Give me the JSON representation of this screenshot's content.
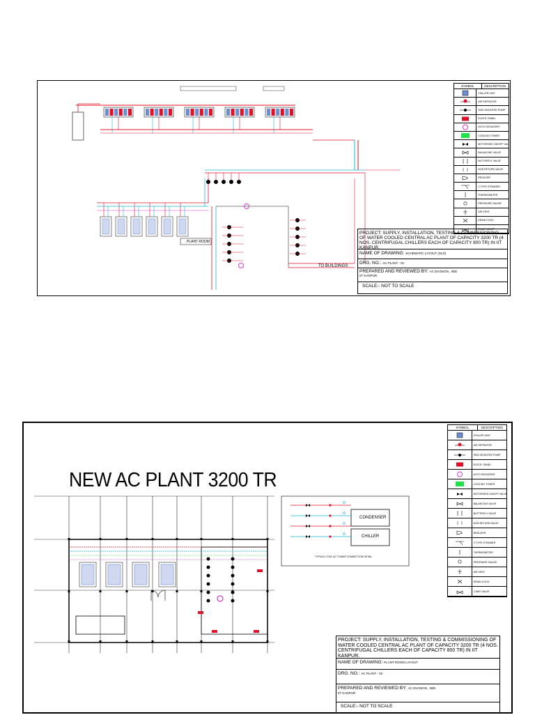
{
  "legend": {
    "header_symbol": "SYMBOL",
    "header_description": "DESCRIPTION",
    "items": [
      {
        "icon": "chiller-unit-icon",
        "label": "CHILLER UNIT"
      },
      {
        "icon": "air-separator-icon",
        "label": "AIR SEPRATOR"
      },
      {
        "icon": "skid-pump-icon",
        "label": "SKID MOUNTED PUMP"
      },
      {
        "icon": "elec-panel-icon",
        "label": "ELECR. PANEL"
      },
      {
        "icon": "auto-degasser-icon",
        "label": "AUTO DEGASSER"
      },
      {
        "icon": "cooling-tower-icon",
        "label": "COOLING TOWER",
        "color": "#22e04a"
      },
      {
        "icon": "motorised-valve-icon",
        "label": "MOTORISED ON/OFF VALVE"
      },
      {
        "icon": "balancing-valve-icon",
        "label": "BALANCING VALVE"
      },
      {
        "icon": "butterfly-valve-icon",
        "label": "BUTTERFLY VALVE"
      },
      {
        "icon": "non-return-valve-icon",
        "label": "NON RETURN VALVE"
      },
      {
        "icon": "reducer-icon",
        "label": "REDUCER"
      },
      {
        "icon": "y-strainer-icon",
        "label": "Y-TYPE STRAINER"
      },
      {
        "icon": "thermometer-icon",
        "label": "THERMOMETER"
      },
      {
        "icon": "pressure-gauge-icon",
        "label": "PRESSURE GAUGE"
      },
      {
        "icon": "air-vent-icon",
        "label": "AIR VENT"
      },
      {
        "icon": "drain-cock-icon",
        "label": "DRAIN COCK"
      },
      {
        "icon": "two-way-valve-icon",
        "label": "2-WAY VALVE"
      }
    ]
  },
  "sheet1": {
    "project": "PROJECT: SUPPLY, INSTALLATION, TESTING & COMMISSIONING OF WATER COOLED CENTRAL AC PLANT OF CAPACITY 3200 TR (4 NOS. CENTRIFUGAL CHILLERS EACH OF CAPACITY 800 TR) IN IIT KANPUR.",
    "name_label": "NAME OF DRAWING:",
    "name_value": "SCHEMATIC LAYOUT (SLD)",
    "drg_label": "DRG. NO.:",
    "drg_value": "AC PLANT - 01",
    "prepared_label": "PREPARED AND REVIEWED BY:",
    "prepared_value": "AC DIVISION , IWD",
    "prepared_org": "IIT KANPUR",
    "scale": "SCALE:- NOT TO SCALE",
    "to_buildings": "TO BUILDINGS",
    "plant_room": "PLANT ROOM"
  },
  "sheet2": {
    "title": "NEW AC PLANT 3200 TR",
    "project": "PROJECT: SUPPLY, INSTALLATION, TESTING & COMMISSIONING OF WATER COOLED CENTRAL AC PLANT OF CAPACITY 3200 TR (4 NOS. CENTRIFUGAL CHILLERS EACH OF CAPACITY 800 TR) IN IIT KANPUR.",
    "name_label": "NAME OF DRAWING:",
    "name_value": "PLANT ROOM LAYOUT",
    "drg_label": "DRG. NO.:",
    "drg_value": "AC PLANT - 02",
    "prepared_label": "PREPARED AND REVIEWED BY:",
    "prepared_value": "AC DIVISION , IWD",
    "prepared_org": "IIT KANPUR",
    "scale": "SCALE:- NOT TO SCALE",
    "condenser": "CONDENSER",
    "chiller": "CHILLER",
    "detail_caption": "TYPICAL COOL AC TOWER CONNECTION DETAIL"
  },
  "colors": {
    "pipe_red": "#e0102a",
    "pipe_cyan": "#19b5d8",
    "pipe_magenta": "#d43ad0",
    "tower_green": "#22e04a",
    "chiller_blue": "#6d8fd0"
  }
}
